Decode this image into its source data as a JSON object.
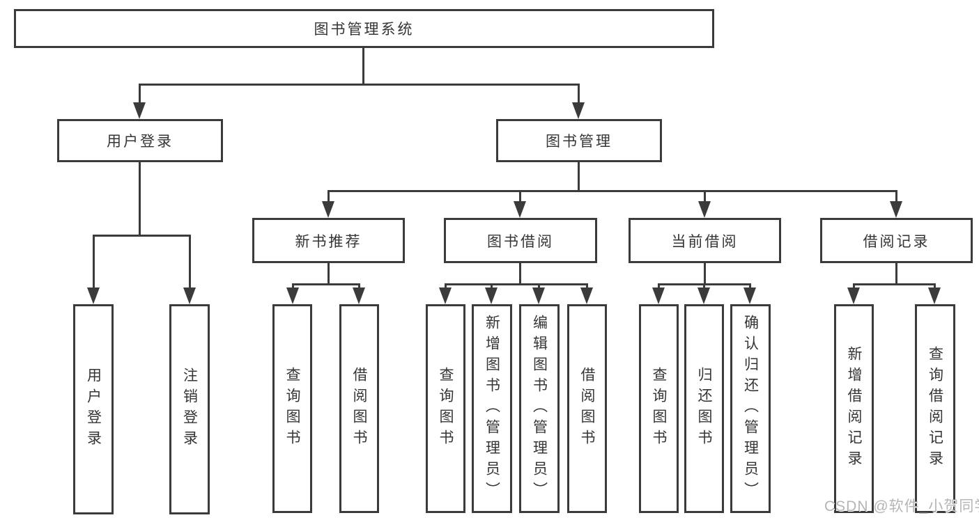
{
  "diagram": {
    "title": "图书管理系统",
    "level1": {
      "user_login": "用户登录",
      "book_mgmt": "图书管理"
    },
    "user_login_children": {
      "login": "用户登录",
      "logout": "注销登录"
    },
    "sections": {
      "new_books": {
        "label": "新书推荐",
        "children": {
          "query": "查询图书",
          "borrow": "借阅图书"
        }
      },
      "borrowing": {
        "label": "图书借阅",
        "children": {
          "query": "查询图书",
          "add": "新增图书（管理员）",
          "edit": "编辑图书（管理员）",
          "borrow": "借阅图书"
        }
      },
      "current": {
        "label": "当前借阅",
        "children": {
          "query": "查询图书",
          "return": "归还图书",
          "confirm": "确认归还（管理员）"
        }
      },
      "records": {
        "label": "借阅记录",
        "children": {
          "add": "新增借阅记录",
          "query": "查询借阅记录"
        }
      }
    },
    "watermark": "CSDN @软件_小贺同学",
    "colors": {
      "line": "#3b3b3b",
      "text": "#353535",
      "watermark": "#b5b5b5",
      "background": "#ffffff"
    }
  }
}
